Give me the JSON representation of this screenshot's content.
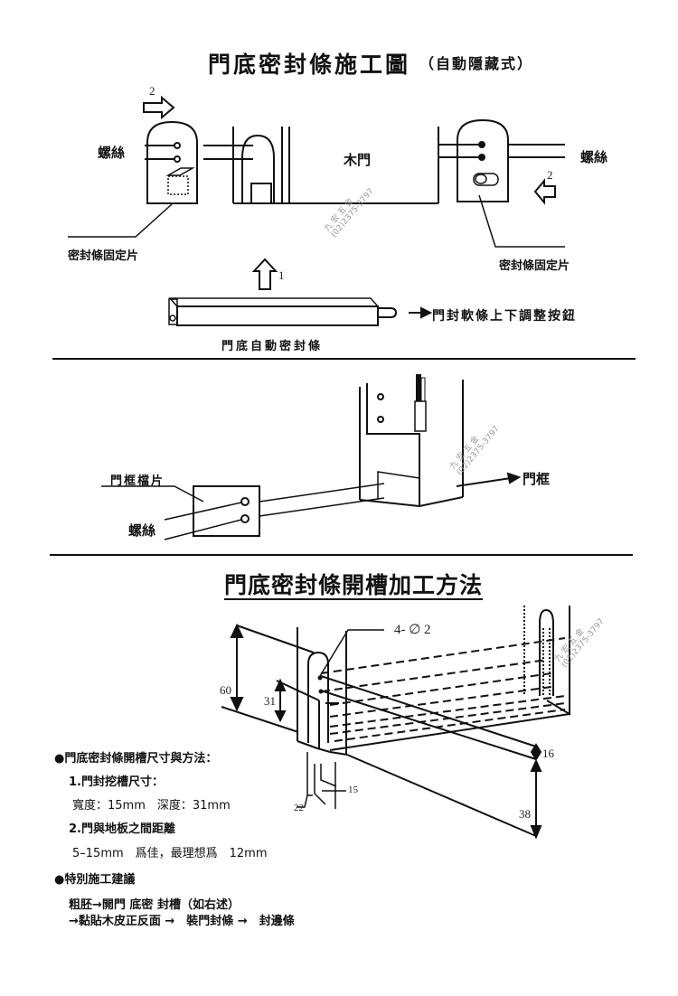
{
  "title": {
    "main": "門底密封條施工圖",
    "sub": "（自動隱藏式）"
  },
  "section1": {
    "arrow_label_2_left": "2",
    "arrow_label_2_right": "2",
    "arrow_label_1": "1",
    "screw_left": "螺絲",
    "screw_right": "螺絲",
    "wood_door": "木門",
    "fixing_plate_left": "密封條固定片",
    "fixing_plate_right": "密封條固定片",
    "adjust_button": "門封軟條上下調整按鈕",
    "auto_seal_strip": "門底自動密封條"
  },
  "section2": {
    "frame_stop_plate": "門框檔片",
    "screw": "螺絲",
    "door_frame": "門框"
  },
  "section3": {
    "heading": "門底密封條開槽加工方法",
    "dimensions": {
      "holes": "4- ∅ 2",
      "d60": "60",
      "d31": "31",
      "d16": "16",
      "d38": "38",
      "d15": "15",
      "d22": "22"
    },
    "notes": {
      "bullet1": "●門底密封條開槽尺寸與方法：",
      "item1": "1.門封挖槽尺寸：",
      "item1_detail": "寬度：15mm　深度：31mm",
      "item2": "2.門與地板之間距離",
      "item2_detail": "5–15mm　爲佳，最理想爲　12mm",
      "bullet2": "●特別施工建議",
      "advice_line1": "粗胚→開門 底密 封槽（如右述）",
      "advice_line2": "→黏貼木皮正反面 →　裝門封條 →　封邊條"
    }
  },
  "watermark": {
    "name": "九 宏 五 金",
    "phone": "(02)2375-3797"
  }
}
